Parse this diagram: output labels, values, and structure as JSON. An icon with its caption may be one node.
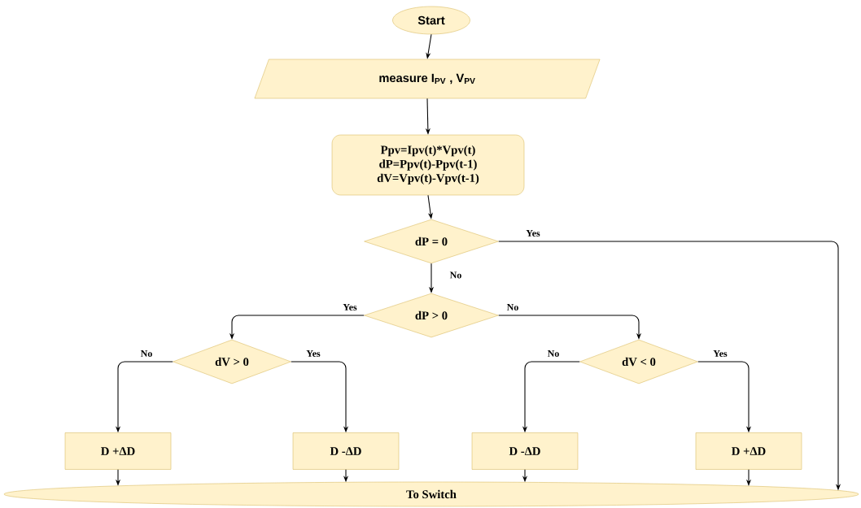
{
  "diagram": {
    "nodes": [
      {
        "text": [
          "Start"
        ]
      },
      {
        "text": [
          "measure I$_{PV}$ , V$_{PV}$"
        ]
      },
      {
        "text": [
          "Ppv=Ipv(t)*Vpv(t)",
          "dP=Ppv(t)-Ppv(t-1)",
          "dV=Vpv(t)-Vpv(t-1)"
        ]
      },
      {
        "text": [
          "dP = 0"
        ]
      },
      {
        "text": [
          "dP > 0"
        ]
      },
      {
        "text": [
          "dV > 0"
        ]
      },
      {
        "text": [
          "dV < 0"
        ]
      },
      {
        "text": [
          "D +ΔD"
        ]
      },
      {
        "text": [
          "D -ΔD"
        ]
      },
      {
        "text": [
          "D -ΔD"
        ]
      },
      {
        "text": [
          "D +ΔD"
        ]
      },
      {
        "text": [
          "To Switch"
        ]
      }
    ],
    "edges": [
      {
        "from": 0,
        "to": 1,
        "arrow": "to"
      },
      {
        "from": 1,
        "to": 2,
        "arrow": "to"
      },
      {
        "from": 2,
        "to": 3,
        "arrow": "to"
      },
      {
        "from": 3,
        "to": 11,
        "arrow": "to",
        "label": "Yes"
      },
      {
        "from": 3,
        "to": 4,
        "arrow": "to",
        "label": "No"
      },
      {
        "from": 4,
        "to": 5,
        "arrow": "to",
        "label": "Yes"
      },
      {
        "from": 4,
        "to": 6,
        "arrow": "to",
        "label": "No"
      },
      {
        "from": 5,
        "to": 7,
        "arrow": "to",
        "label": "No"
      },
      {
        "from": 5,
        "to": 8,
        "arrow": "to",
        "label": "Yes"
      },
      {
        "from": 6,
        "to": 9,
        "arrow": "to",
        "label": "No"
      },
      {
        "from": 6,
        "to": 10,
        "arrow": "to",
        "label": "Yes"
      },
      {
        "from": 7,
        "to": 11,
        "arrow": "to"
      },
      {
        "from": 8,
        "to": 11,
        "arrow": "to"
      },
      {
        "from": 9,
        "to": 11,
        "arrow": "to"
      },
      {
        "from": 10,
        "to": 11,
        "arrow": "to"
      }
    ]
  }
}
